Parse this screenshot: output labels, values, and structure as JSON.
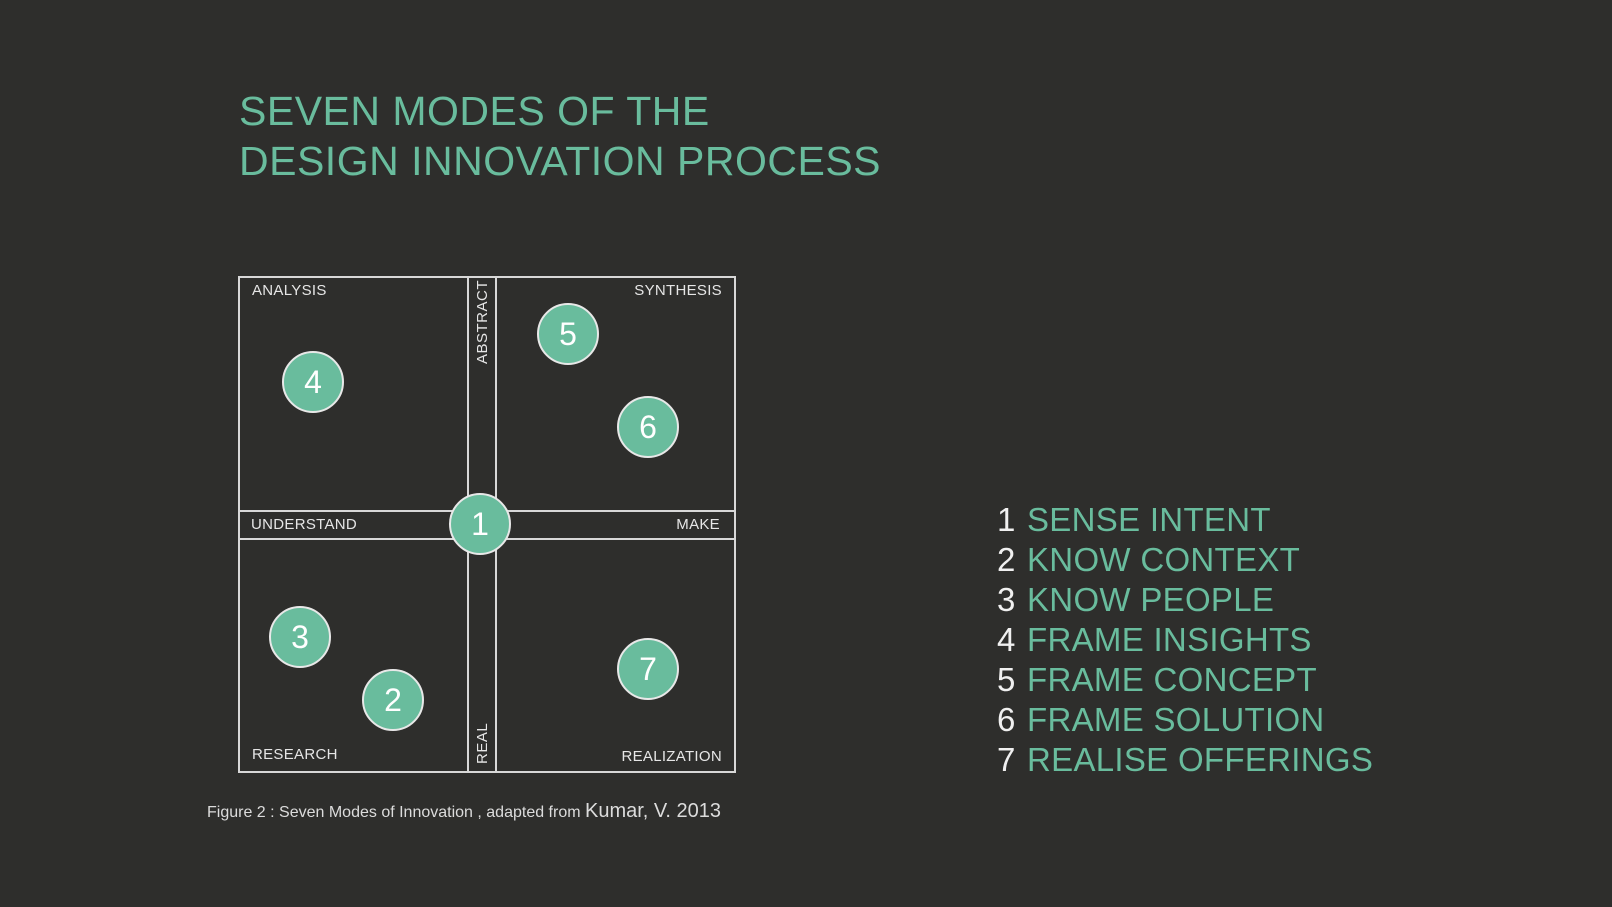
{
  "title": {
    "line1": "SEVEN MODES OF THE",
    "line2": "DESIGN INNOVATION PROCESS"
  },
  "colors": {
    "background": "#2e2e2c",
    "accent": "#69bc9d",
    "line": "#d8d8d8",
    "text": "#e6e6e6"
  },
  "diagram": {
    "quadrants": {
      "top_left": "ANALYSIS",
      "top_right": "SYNTHESIS",
      "bottom_left": "RESEARCH",
      "bottom_right": "REALIZATION"
    },
    "axes": {
      "left": "UNDERSTAND",
      "right": "MAKE",
      "top": "ABSTRACT",
      "bottom": "REAL"
    },
    "nodes": [
      {
        "id": "1",
        "label": "1"
      },
      {
        "id": "2",
        "label": "2"
      },
      {
        "id": "3",
        "label": "3"
      },
      {
        "id": "4",
        "label": "4"
      },
      {
        "id": "5",
        "label": "5"
      },
      {
        "id": "6",
        "label": "6"
      },
      {
        "id": "7",
        "label": "7"
      }
    ]
  },
  "caption": {
    "text": "Figure 2 : Seven Modes of Innovation , adapted from ",
    "citation": "Kumar, V. 2013"
  },
  "legend": [
    {
      "num": "1",
      "label": "SENSE INTENT"
    },
    {
      "num": "2",
      "label": "KNOW CONTEXT"
    },
    {
      "num": "3",
      "label": "KNOW PEOPLE"
    },
    {
      "num": "4",
      "label": "FRAME INSIGHTS"
    },
    {
      "num": "5",
      "label": "FRAME CONCEPT"
    },
    {
      "num": "6",
      "label": "FRAME SOLUTION"
    },
    {
      "num": "7",
      "label": "REALISE OFFERINGS"
    }
  ]
}
